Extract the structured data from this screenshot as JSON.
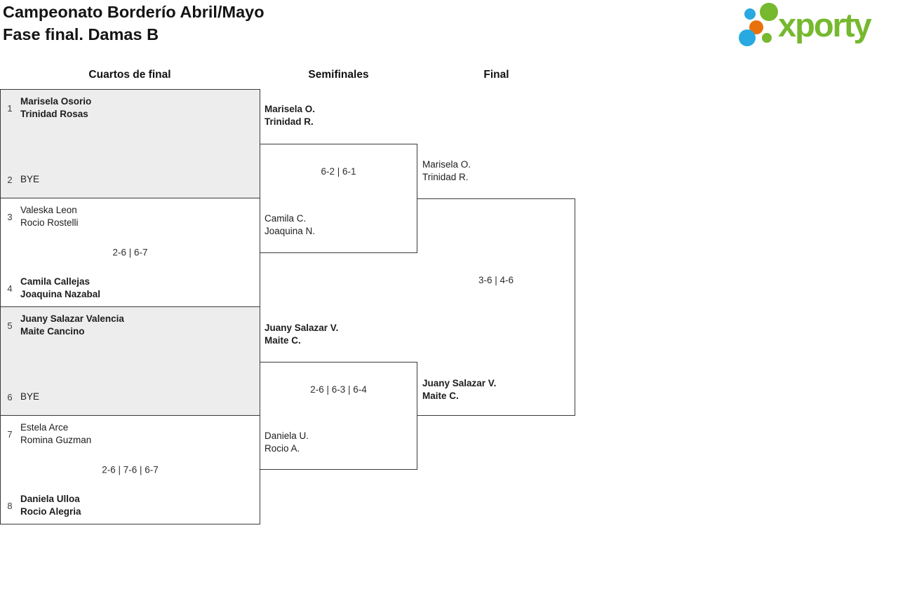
{
  "header": {
    "title_line1": "Campeonato Borderío Abril/Mayo",
    "title_line2": "Fase final. Damas B",
    "logo_text": "xporty",
    "logo_colors": {
      "green": "#76b82e",
      "blue": "#29a9e1",
      "orange": "#e8710d"
    }
  },
  "column_headers": [
    "Cuartos de final",
    "Semifinales",
    "Final"
  ],
  "quarterfinals": [
    {
      "seed_top": "1",
      "team_top": [
        "Marisela Osorio",
        "Trinidad Rosas"
      ],
      "top_winner": true,
      "seed_bottom": "2",
      "team_bottom": [
        "BYE"
      ],
      "bottom_winner": false
    },
    {
      "seed_top": "3",
      "team_top": [
        "Valeska Leon",
        "Rocio Rostelli"
      ],
      "top_winner": false,
      "seed_bottom": "4",
      "team_bottom": [
        "Camila Callejas",
        "Joaquina Nazabal"
      ],
      "bottom_winner": true,
      "score": "2-6 | 6-7"
    },
    {
      "seed_top": "5",
      "team_top": [
        "Juany Salazar Valencia",
        "Maite Cancino"
      ],
      "top_winner": true,
      "seed_bottom": "6",
      "team_bottom": [
        "BYE"
      ],
      "bottom_winner": false
    },
    {
      "seed_top": "7",
      "team_top": [
        "Estela Arce",
        "Romina Guzman"
      ],
      "top_winner": false,
      "seed_bottom": "8",
      "team_bottom": [
        "Daniela Ulloa",
        "Rocio Alegria"
      ],
      "bottom_winner": true,
      "score": "2-6 | 7-6 | 6-7"
    }
  ],
  "semifinals": [
    {
      "team_top": [
        "Marisela O.",
        "Trinidad R."
      ],
      "top_winner": true,
      "team_bottom": [
        "Camila C.",
        "Joaquina N."
      ],
      "bottom_winner": false,
      "score": "6-2 | 6-1"
    },
    {
      "team_top": [
        "Juany Salazar V.",
        "Maite C."
      ],
      "top_winner": true,
      "team_bottom": [
        "Daniela U.",
        "Rocio A."
      ],
      "bottom_winner": false,
      "score": "2-6 | 6-3 | 6-4"
    }
  ],
  "final": {
    "team_top": [
      "Marisela O.",
      "Trinidad R."
    ],
    "top_winner": false,
    "team_bottom": [
      "Juany Salazar V.",
      "Maite C."
    ],
    "bottom_winner": true,
    "score": "3-6 | 4-6"
  }
}
